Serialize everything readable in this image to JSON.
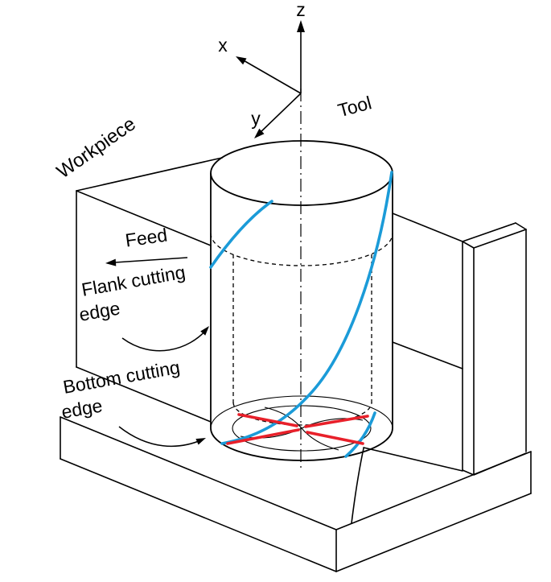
{
  "figure": {
    "labels": {
      "tool": "Tool",
      "workpiece": "Workpiece",
      "feed": "Feed",
      "flank_cutting_line1": "Flank cutting",
      "flank_cutting_line2": "edge",
      "bottom_cutting_line1": "Bottom cutting",
      "bottom_cutting_line2": "edge"
    },
    "axes": {
      "x": "x",
      "y": "y",
      "z": "z"
    },
    "colors": {
      "flank_edge": "#1B9BD8",
      "bottom_edge": "#E8202A",
      "outline": "#000000",
      "background": "#FFFFFF"
    }
  }
}
